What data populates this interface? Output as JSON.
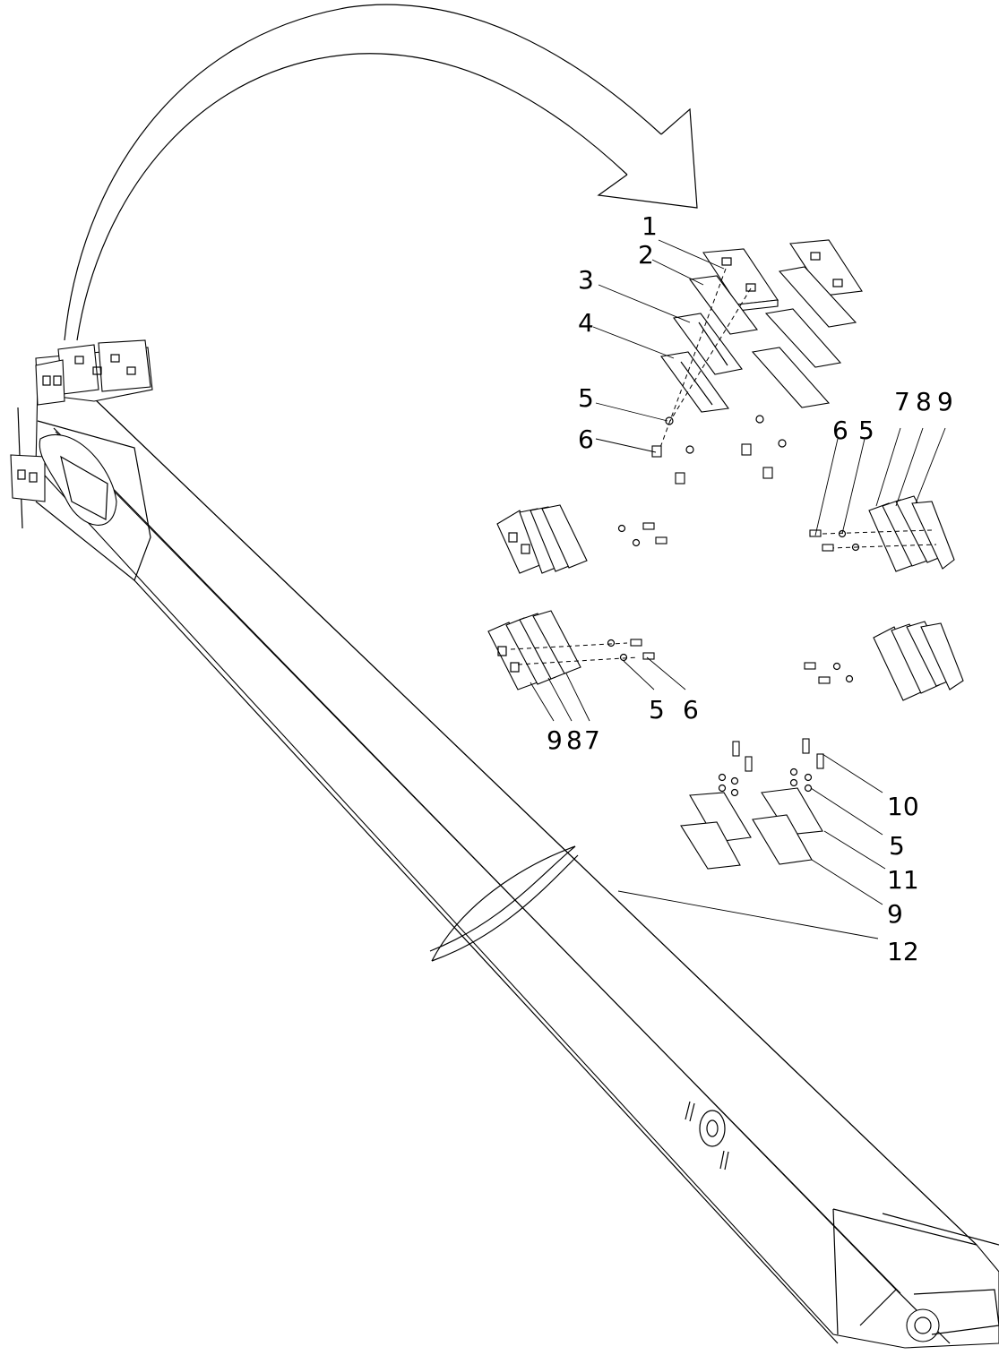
{
  "diagram": {
    "callouts": {
      "c1": "1",
      "c2": "2",
      "c3": "3",
      "c4": "4",
      "c5a": "5",
      "c6a": "6",
      "c6b": "6",
      "c5b": "5",
      "c7a": "7",
      "c8a": "8",
      "c9a": "9",
      "c5c": "5",
      "c6c": "6",
      "c9b": "9",
      "c8b": "8",
      "c7b": "7",
      "c10": "10",
      "c5d": "5",
      "c11": "11",
      "c9c": "9",
      "c12": "12"
    }
  }
}
